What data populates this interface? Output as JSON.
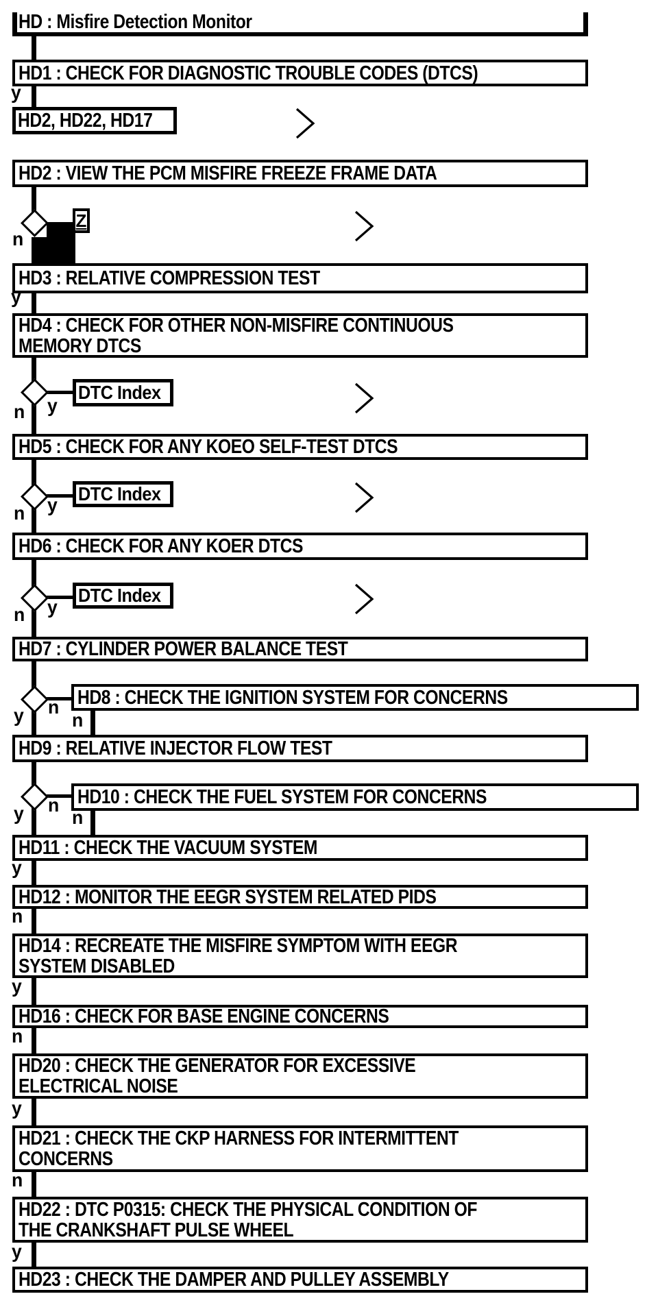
{
  "title": "HD : Misfire Detection Monitor",
  "labels": {
    "yes": "y",
    "no": "n"
  },
  "colors": {
    "ink": "#000000",
    "paper": "#ffffff"
  },
  "references": {
    "dtc_shortcut": "HD2, HD22, HD17",
    "dtc_index": "DTC Index",
    "zone_marker": "Z"
  },
  "nodes": {
    "hd1": "HD1 : CHECK FOR DIAGNOSTIC TROUBLE CODES (DTCS)",
    "hd2": "HD2 : VIEW THE PCM MISFIRE FREEZE FRAME DATA",
    "hd3": "HD3 : RELATIVE COMPRESSION TEST",
    "hd4": "HD4 : CHECK FOR OTHER NON-MISFIRE CONTINUOUS\nMEMORY DTCS",
    "hd5": "HD5 : CHECK FOR ANY KOEO SELF-TEST DTCS",
    "hd6": "HD6 : CHECK FOR ANY KOER DTCS",
    "hd7": "HD7 : CYLINDER POWER BALANCE TEST",
    "hd8": "HD8 : CHECK THE IGNITION SYSTEM FOR CONCERNS",
    "hd9": "HD9 : RELATIVE INJECTOR FLOW TEST",
    "hd10": "HD10 : CHECK THE FUEL SYSTEM FOR CONCERNS",
    "hd11": "HD11 : CHECK THE VACUUM SYSTEM",
    "hd12": "HD12 : MONITOR THE EEGR SYSTEM RELATED PIDS",
    "hd14": "HD14 : RECREATE THE MISFIRE SYMPTOM WITH EEGR\nSYSTEM DISABLED",
    "hd16": "HD16 : CHECK FOR BASE ENGINE CONCERNS",
    "hd20": "HD20 : CHECK THE GENERATOR FOR EXCESSIVE\nELECTRICAL NOISE",
    "hd21": "HD21 : CHECK THE CKP HARNESS FOR INTERMITTENT\nCONCERNS",
    "hd22": "HD22 : DTC P0315: CHECK THE PHYSICAL CONDITION OF\nTHE CRANKSHAFT PULSE WHEEL",
    "hd23": "HD23 : CHECK THE DAMPER AND PULLEY ASSEMBLY"
  }
}
